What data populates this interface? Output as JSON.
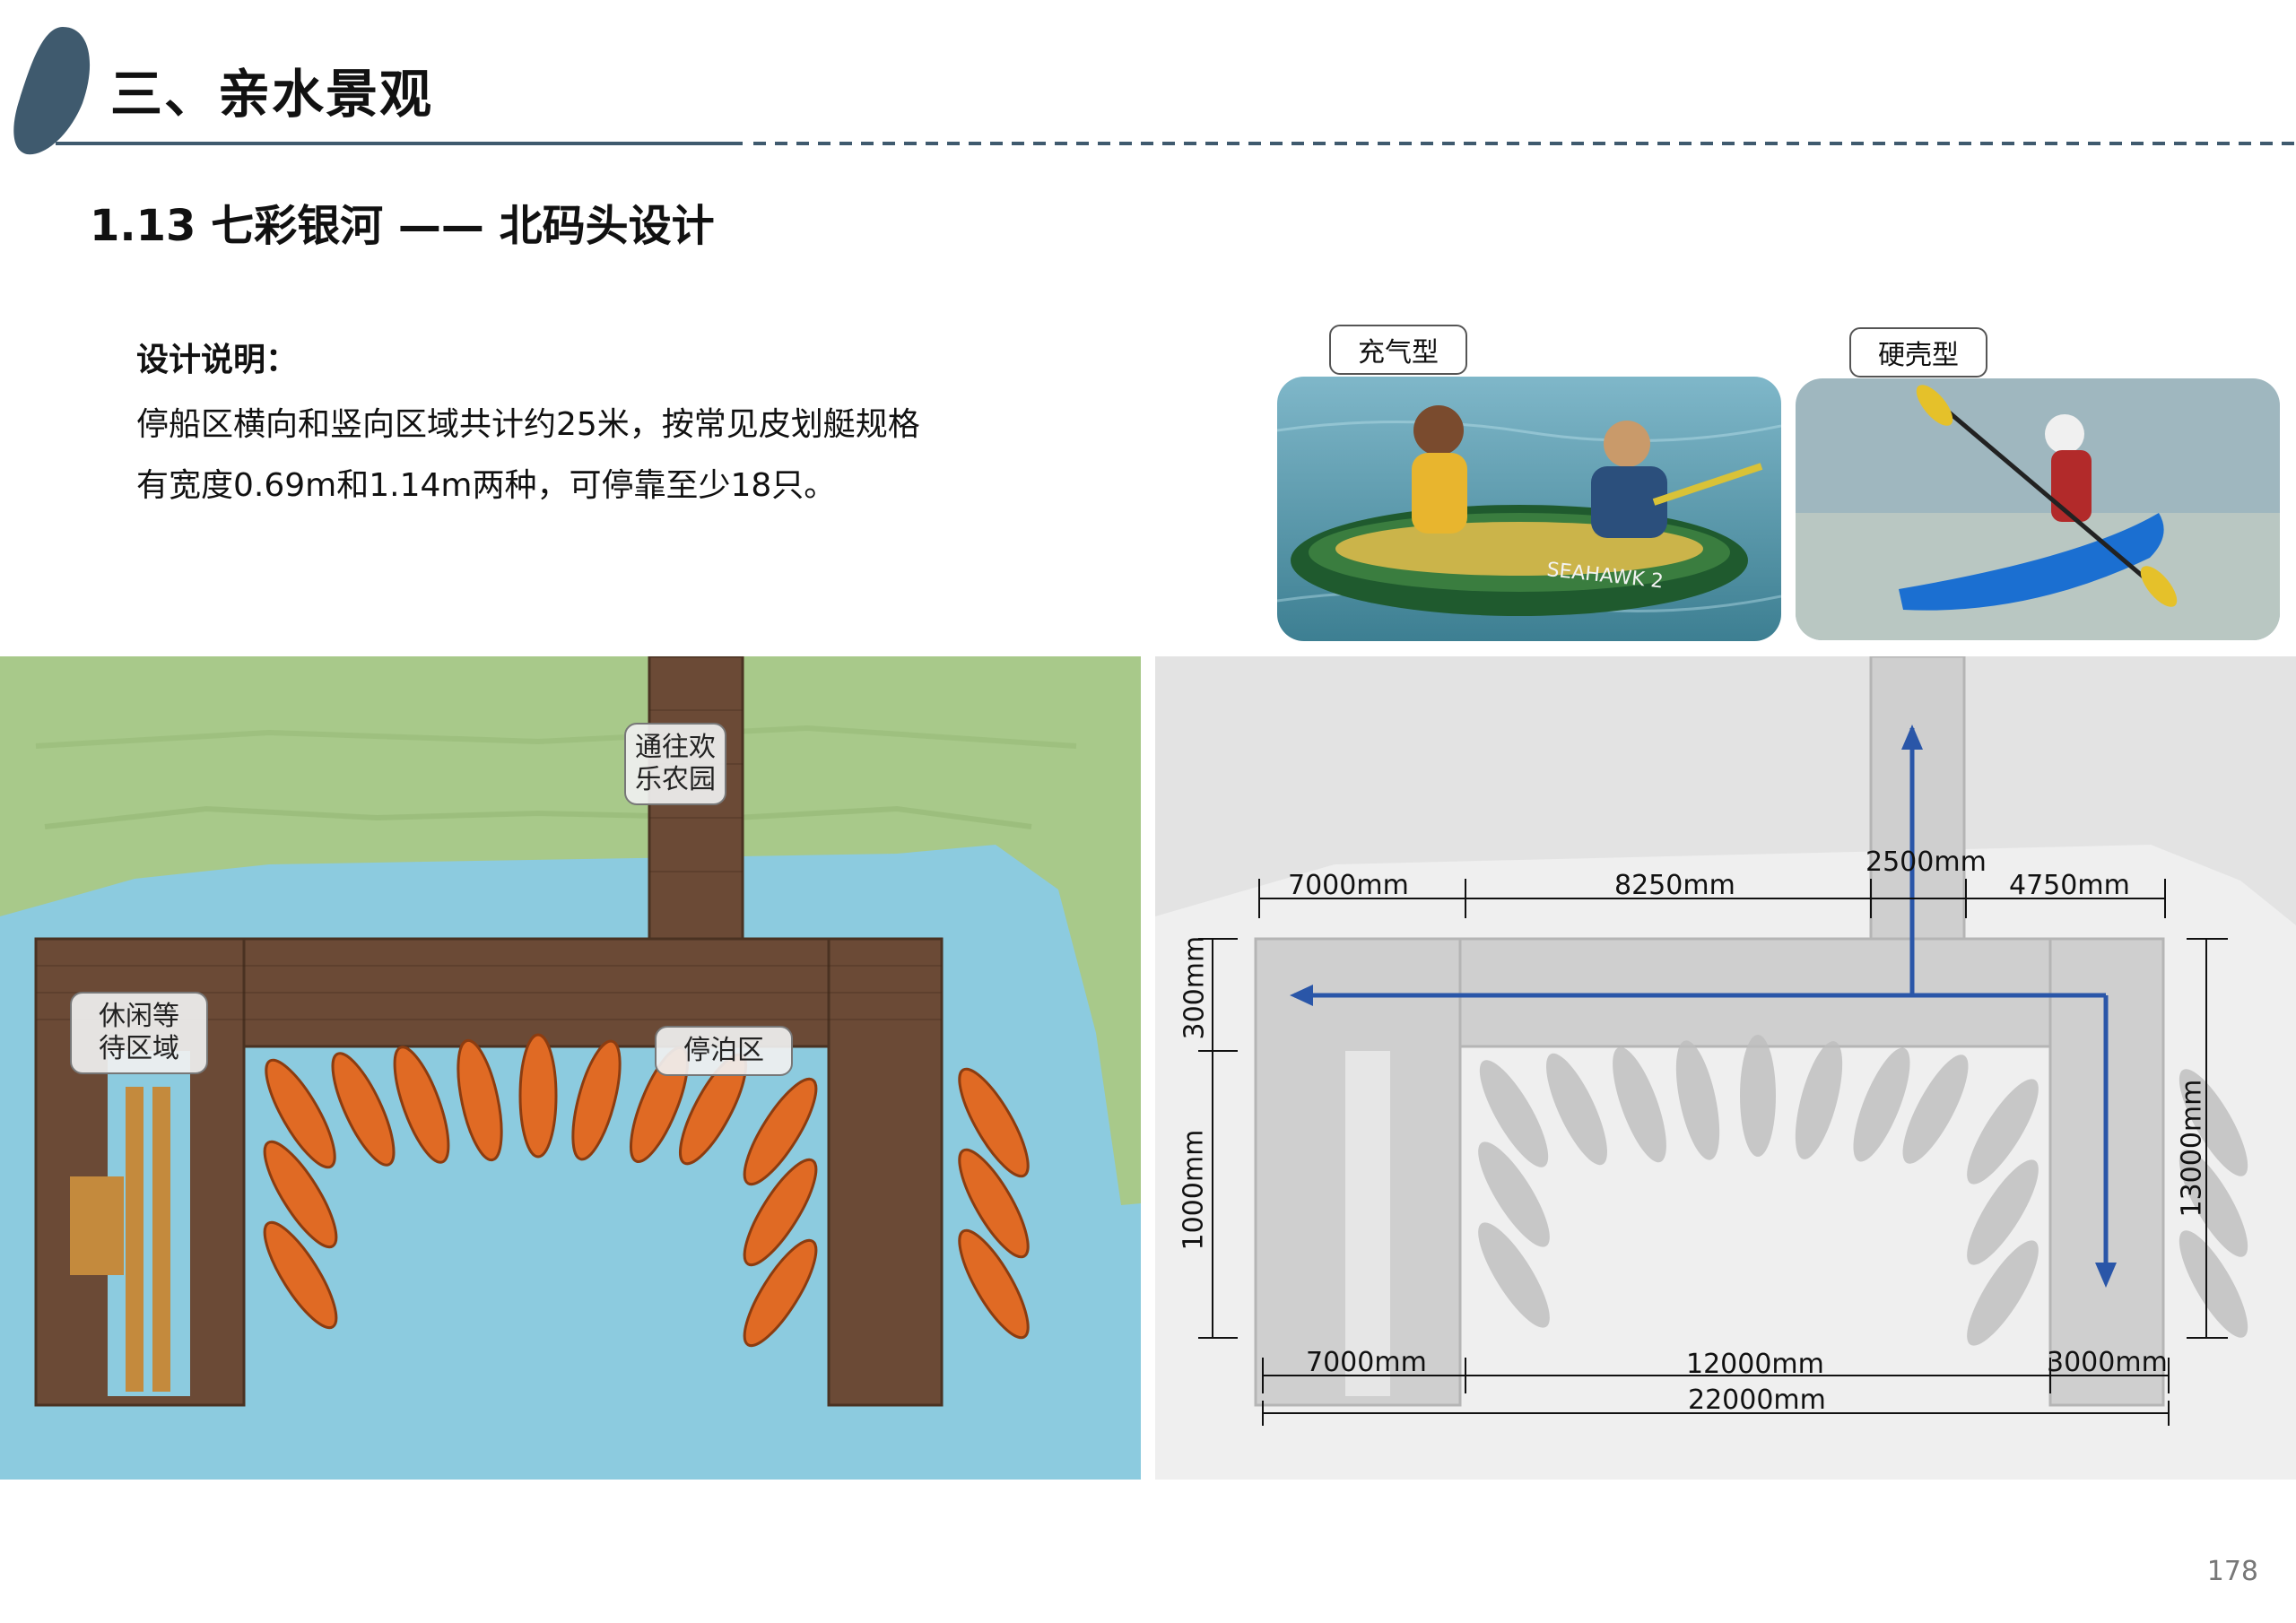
{
  "header": {
    "section_title": "三、亲水景观",
    "subtitle": "1.13 七彩银河 —— 北码头设计"
  },
  "description": {
    "heading": "设计说明：",
    "line1": "停船区横向和竖向区域共计约25米，按常见皮划艇规格",
    "line2": "有宽度0.69m和1.14m两种，可停靠至少18只。"
  },
  "photos": {
    "inflatable_label": "充气型",
    "inflatable_boat_text": "SEAHAWK 2",
    "hardshell_label": "硬壳型"
  },
  "plan_labels": {
    "farm_access": "通往欢乐农园",
    "farm_access_line1": "通往欢",
    "farm_access_line2": "乐农园",
    "rest_area_line1": "休闲等",
    "rest_area_line2": "待区域",
    "berth_area": "停泊区"
  },
  "dimensions": {
    "top_left": "7000mm",
    "top_mid": "8250mm",
    "top_pier": "2500mm",
    "top_right": "4750mm",
    "left_upper": "300mm",
    "left_lower": "1000mm",
    "right_total": "13000mm",
    "bottom_left": "7000mm",
    "bottom_mid": "12000mm",
    "bottom_right": "3000mm",
    "bottom_total": "22000mm"
  },
  "colors": {
    "accent_navy": "#3f5a6e",
    "water": "#8ccbdf",
    "grass": "#a8c98a",
    "deck": "#6b4a36",
    "kayak": "#e06a24",
    "arrow": "#2a56a8"
  },
  "page_number": "178"
}
